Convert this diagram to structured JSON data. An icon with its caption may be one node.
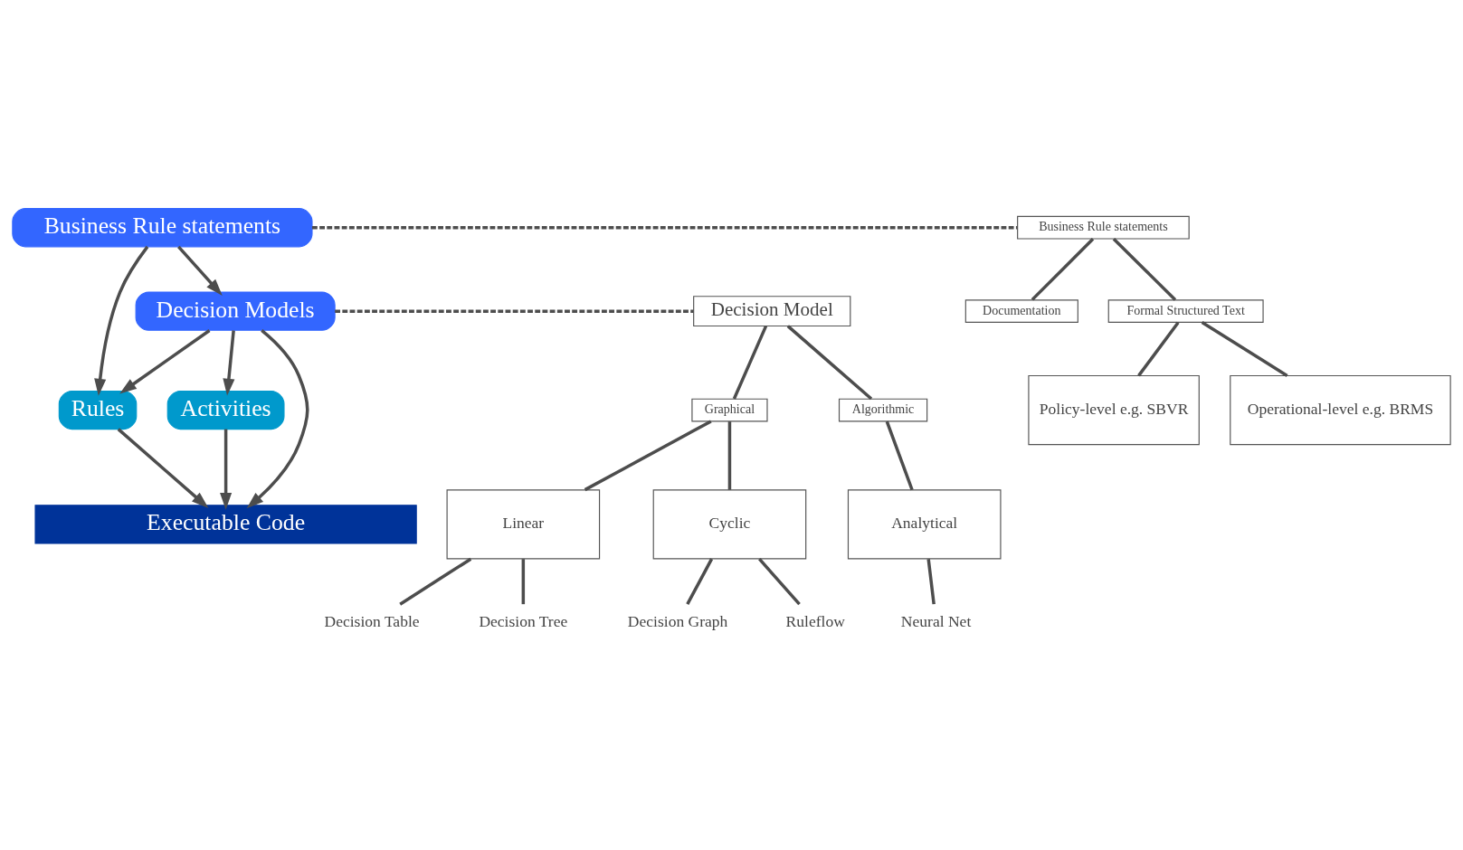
{
  "diagram": {
    "nodes": [
      {
        "text": [
          "Business Rule statements"
        ]
      },
      {
        "text": [
          "Decision Models"
        ]
      },
      {
        "text": [
          "Rules"
        ]
      },
      {
        "text": [
          "Activities"
        ]
      },
      {
        "text": [
          "Executable Code"
        ]
      },
      {
        "text": [
          "Business Rule statements"
        ]
      },
      {
        "text": [
          "Documentation"
        ]
      },
      {
        "text": [
          "Formal Structured Text"
        ]
      },
      {
        "text": [
          "Policy-level e.g. SBVR"
        ]
      },
      {
        "text": [
          "Operational-level e.g. BRMS"
        ]
      },
      {
        "text": [
          "Decision Model"
        ]
      },
      {
        "text": [
          "Graphical"
        ]
      },
      {
        "text": [
          "Algorithmic"
        ]
      },
      {
        "text": [
          "Linear"
        ]
      },
      {
        "text": [
          "Cyclic"
        ]
      },
      {
        "text": [
          "Analytical"
        ]
      },
      {
        "text": [
          "Decision Table"
        ]
      },
      {
        "text": [
          "Decision Tree"
        ]
      },
      {
        "text": [
          "Decision Graph"
        ]
      },
      {
        "text": [
          "Ruleflow"
        ]
      },
      {
        "text": [
          "Neural Net"
        ]
      }
    ],
    "edges": [
      {
        "from": 0,
        "to": 2,
        "arrow": "to"
      },
      {
        "from": 0,
        "to": 1,
        "arrow": "to"
      },
      {
        "from": 1,
        "to": 2,
        "arrow": "to"
      },
      {
        "from": 1,
        "to": 4,
        "arrow": "to"
      },
      {
        "from": 1,
        "to": 3,
        "arrow": "to"
      },
      {
        "from": 2,
        "to": 4,
        "arrow": "to"
      },
      {
        "from": 3,
        "to": 4,
        "arrow": "to"
      },
      {
        "from": 0,
        "to": 5,
        "arrow": "none",
        "style": "dashed"
      },
      {
        "from": 1,
        "to": 10,
        "arrow": "none",
        "style": "dashed"
      },
      {
        "from": 5,
        "to": 6,
        "arrow": "none"
      },
      {
        "from": 5,
        "to": 7,
        "arrow": "none"
      },
      {
        "from": 7,
        "to": 8,
        "arrow": "none"
      },
      {
        "from": 7,
        "to": 9,
        "arrow": "none"
      },
      {
        "from": 10,
        "to": 11,
        "arrow": "none"
      },
      {
        "from": 10,
        "to": 12,
        "arrow": "none"
      },
      {
        "from": 11,
        "to": 13,
        "arrow": "none"
      },
      {
        "from": 11,
        "to": 14,
        "arrow": "none"
      },
      {
        "from": 12,
        "to": 15,
        "arrow": "none"
      },
      {
        "from": 13,
        "to": 16,
        "arrow": "none"
      },
      {
        "from": 13,
        "to": 17,
        "arrow": "none"
      },
      {
        "from": 14,
        "to": 18,
        "arrow": "none"
      },
      {
        "from": 14,
        "to": 19,
        "arrow": "none"
      },
      {
        "from": 15,
        "to": 20,
        "arrow": "none"
      }
    ]
  }
}
